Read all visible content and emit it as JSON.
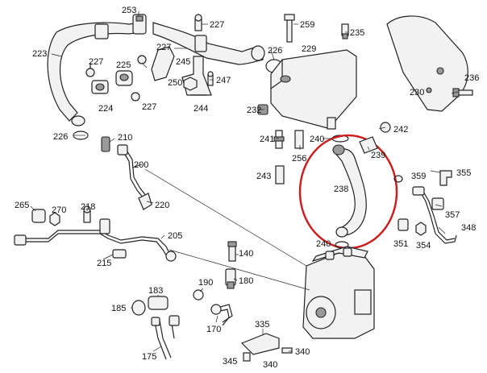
{
  "callouts": {
    "c253": "253",
    "c227a": "227",
    "c227b": "227",
    "c227c": "227",
    "c227d": "227",
    "c223": "223",
    "c225": "225",
    "c224": "224",
    "c245": "245",
    "c250": "250",
    "c247": "247",
    "c244": "244",
    "c259": "259",
    "c226a": "226",
    "c226b": "226",
    "c235": "235",
    "c229": "229",
    "c230": "230",
    "c236": "236",
    "c232": "232",
    "c241": "241",
    "c240a": "240",
    "c240b": "240",
    "c256": "256",
    "c243": "243",
    "c242": "242",
    "c239": "239",
    "c238": "238",
    "c359": "359",
    "c355": "355",
    "c357": "357",
    "c348": "348",
    "c351": "351",
    "c354": "354",
    "c210": "210",
    "c200": "200",
    "c220": "220",
    "c265": "265",
    "c270": "270",
    "c218": "218",
    "c205": "205",
    "c215": "215",
    "c140": "140",
    "c180": "180",
    "c183": "183",
    "c190": "190",
    "c185": "185",
    "c170": "170",
    "c175": "175",
    "c335": "335",
    "c340a": "340",
    "c340b": "340",
    "c345": "345"
  },
  "highlight_color": "#cc2020"
}
